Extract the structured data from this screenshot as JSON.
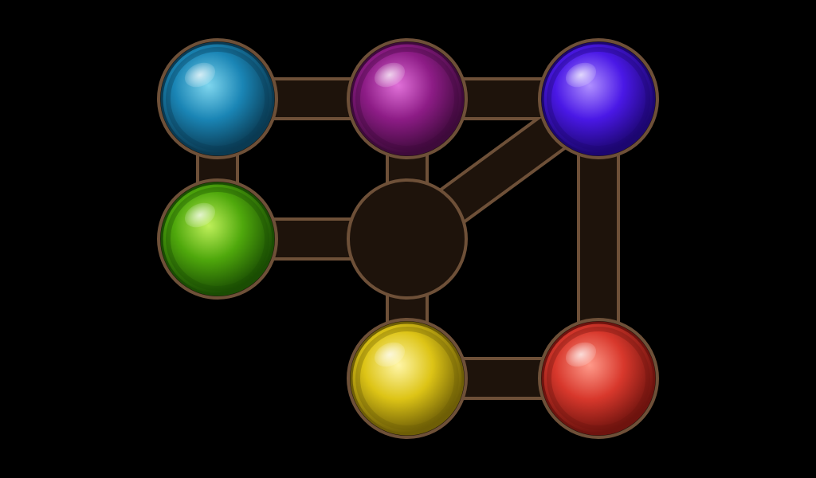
{
  "board": {
    "background_color": "#000000",
    "track_fill": "#1e130b",
    "track_border": "#6e5038",
    "slots": [
      {
        "id": "s1",
        "occupant": "blue"
      },
      {
        "id": "s2",
        "occupant": "purple"
      },
      {
        "id": "s3",
        "occupant": "violet"
      },
      {
        "id": "s4",
        "occupant": "green"
      },
      {
        "id": "s5",
        "occupant": null
      },
      {
        "id": "s6",
        "occupant": "yellow"
      },
      {
        "id": "s7",
        "occupant": "red"
      }
    ],
    "connections": [
      [
        "s1",
        "s2"
      ],
      [
        "s2",
        "s3"
      ],
      [
        "s1",
        "s4"
      ],
      [
        "s4",
        "s5"
      ],
      [
        "s2",
        "s5"
      ],
      [
        "s3",
        "s5"
      ],
      [
        "s5",
        "s6"
      ],
      [
        "s3",
        "s7"
      ],
      [
        "s6",
        "s7"
      ]
    ]
  },
  "balls": {
    "blue": {
      "light": "#7fd6ee",
      "mid": "#1a85b5",
      "dark": "#0a3a52"
    },
    "purple": {
      "light": "#e070d8",
      "mid": "#8d1c86",
      "dark": "#3e0a3b"
    },
    "violet": {
      "light": "#b090ff",
      "mid": "#4a18e6",
      "dark": "#1c0670"
    },
    "green": {
      "light": "#bff05a",
      "mid": "#4fa80c",
      "dark": "#1a4d03"
    },
    "yellow": {
      "light": "#fff6a8",
      "mid": "#ddc416",
      "dark": "#6e5e06"
    },
    "red": {
      "light": "#ff9a8a",
      "mid": "#d8382c",
      "dark": "#6e130e"
    }
  }
}
